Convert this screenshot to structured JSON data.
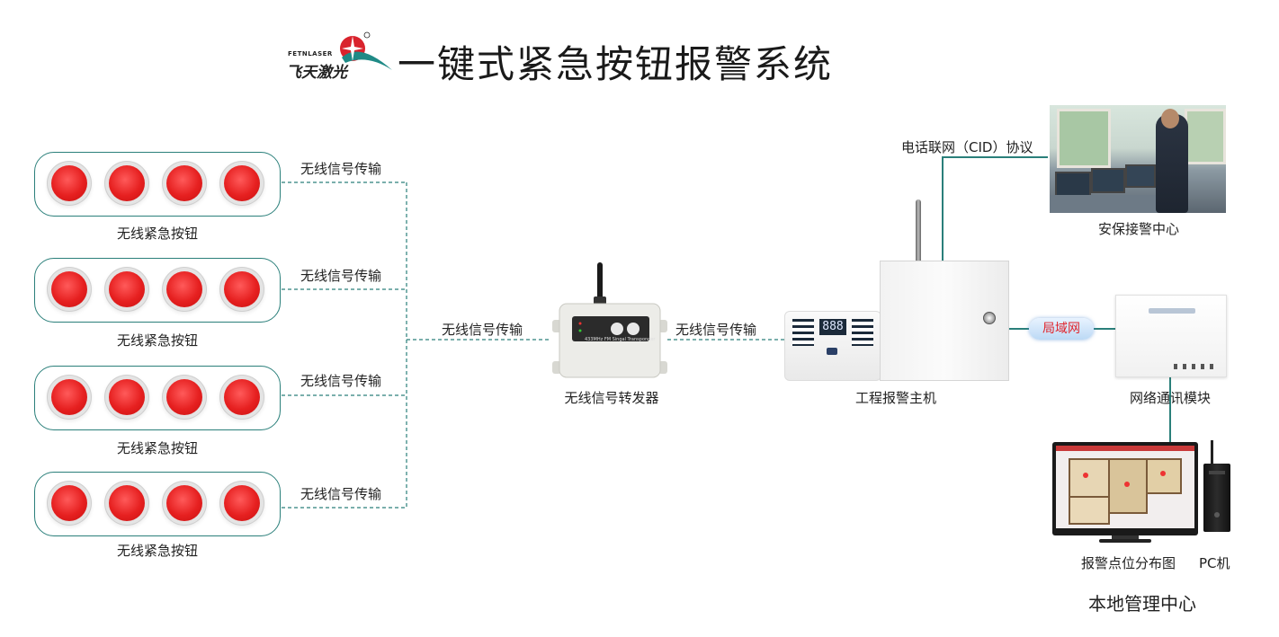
{
  "header": {
    "title": "一键式紧急按钮报警系统",
    "logo_text": "飞天激光",
    "logo_subtext": "FETNLASER"
  },
  "button_groups": [
    {
      "label": "无线紧急按钮",
      "link_label": "无线信号传输"
    },
    {
      "label": "无线紧急按钮",
      "link_label": "无线信号传输"
    },
    {
      "label": "无线紧急按钮",
      "link_label": "无线信号传输"
    },
    {
      "label": "无线紧急按钮",
      "link_label": "无线信号传输"
    }
  ],
  "links": {
    "to_repeater": "无线信号传输",
    "to_host": "无线信号传输",
    "phone_cid": "电话联网（CID）协议",
    "lan": "局域网"
  },
  "nodes": {
    "repeater": "无线信号转发器",
    "host": "工程报警主机",
    "security_center": "安保接警中心",
    "network_module": "网络通讯模块",
    "alarm_map": "报警点位分布图",
    "pc": "PC机",
    "local_center": "本地管理中心"
  },
  "device_text": {
    "repeater_model": "433MHz FM Singal Transponder",
    "host_display": "888"
  },
  "colors": {
    "teal": "#2a7f7a",
    "red_button": "#e62020",
    "lan_text": "#e0242b"
  }
}
